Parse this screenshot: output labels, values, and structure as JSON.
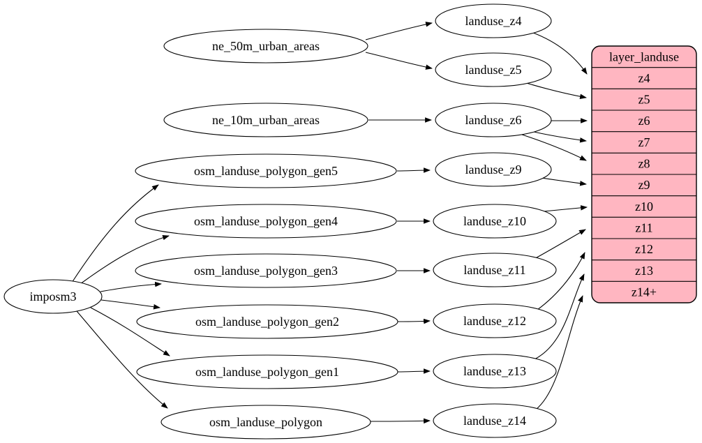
{
  "diagram": {
    "type": "graphviz-digraph",
    "background_color": "#ffffff",
    "node_fill_color": "#ffffff",
    "node_stroke_color": "#000000",
    "table_fill_color": "#ffb6c1",
    "nodes": {
      "imposm3": "imposm3",
      "ne_50m_urban_areas": "ne_50m_urban_areas",
      "ne_10m_urban_areas": "ne_10m_urban_areas",
      "osm_landuse_polygon_gen5": "osm_landuse_polygon_gen5",
      "osm_landuse_polygon_gen4": "osm_landuse_polygon_gen4",
      "osm_landuse_polygon_gen3": "osm_landuse_polygon_gen3",
      "osm_landuse_polygon_gen2": "osm_landuse_polygon_gen2",
      "osm_landuse_polygon_gen1": "osm_landuse_polygon_gen1",
      "osm_landuse_polygon": "osm_landuse_polygon",
      "landuse_z4": "landuse_z4",
      "landuse_z5": "landuse_z5",
      "landuse_z6": "landuse_z6",
      "landuse_z9": "landuse_z9",
      "landuse_z10": "landuse_z10",
      "landuse_z11": "landuse_z11",
      "landuse_z12": "landuse_z12",
      "landuse_z13": "landuse_z13",
      "landuse_z14": "landuse_z14"
    },
    "table": {
      "title": "layer_landuse",
      "rows": [
        "z4",
        "z5",
        "z6",
        "z7",
        "z8",
        "z9",
        "z10",
        "z11",
        "z12",
        "z13",
        "z14+"
      ]
    },
    "edges": [
      {
        "from": "ne_50m_urban_areas",
        "to": "landuse_z4"
      },
      {
        "from": "ne_50m_urban_areas",
        "to": "landuse_z5"
      },
      {
        "from": "ne_10m_urban_areas",
        "to": "landuse_z6"
      },
      {
        "from": "imposm3",
        "to": "osm_landuse_polygon_gen5"
      },
      {
        "from": "imposm3",
        "to": "osm_landuse_polygon_gen4"
      },
      {
        "from": "imposm3",
        "to": "osm_landuse_polygon_gen3"
      },
      {
        "from": "imposm3",
        "to": "osm_landuse_polygon_gen2"
      },
      {
        "from": "imposm3",
        "to": "osm_landuse_polygon_gen1"
      },
      {
        "from": "imposm3",
        "to": "osm_landuse_polygon"
      },
      {
        "from": "osm_landuse_polygon_gen5",
        "to": "landuse_z9"
      },
      {
        "from": "osm_landuse_polygon_gen4",
        "to": "landuse_z10"
      },
      {
        "from": "osm_landuse_polygon_gen3",
        "to": "landuse_z11"
      },
      {
        "from": "osm_landuse_polygon_gen2",
        "to": "landuse_z12"
      },
      {
        "from": "osm_landuse_polygon_gen1",
        "to": "landuse_z13"
      },
      {
        "from": "osm_landuse_polygon",
        "to": "landuse_z14"
      },
      {
        "from": "landuse_z4",
        "to": "layer_landuse:z4"
      },
      {
        "from": "landuse_z5",
        "to": "layer_landuse:z5"
      },
      {
        "from": "landuse_z6",
        "to": "layer_landuse:z6"
      },
      {
        "from": "landuse_z6",
        "to": "layer_landuse:z7"
      },
      {
        "from": "landuse_z6",
        "to": "layer_landuse:z8"
      },
      {
        "from": "landuse_z9",
        "to": "layer_landuse:z9"
      },
      {
        "from": "landuse_z10",
        "to": "layer_landuse:z10"
      },
      {
        "from": "landuse_z11",
        "to": "layer_landuse:z11"
      },
      {
        "from": "landuse_z12",
        "to": "layer_landuse:z12"
      },
      {
        "from": "landuse_z13",
        "to": "layer_landuse:z13"
      },
      {
        "from": "landuse_z14",
        "to": "layer_landuse:z14+"
      }
    ]
  }
}
